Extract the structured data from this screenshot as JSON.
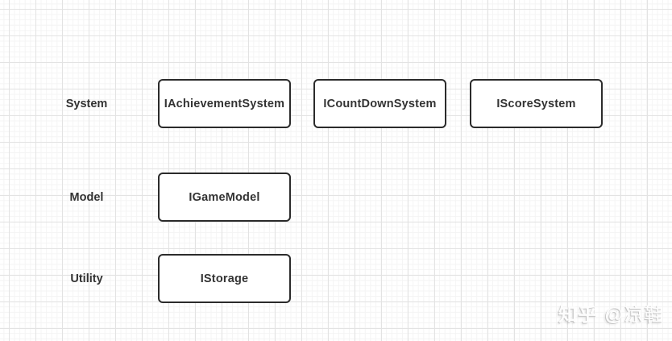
{
  "diagram": {
    "rows": [
      {
        "label": "System",
        "boxes": [
          "IAchievementSystem",
          "ICountDownSystem",
          "IScoreSystem"
        ]
      },
      {
        "label": "Model",
        "boxes": [
          "IGameModel"
        ]
      },
      {
        "label": "Utility",
        "boxes": [
          "IStorage"
        ]
      }
    ]
  },
  "watermark": {
    "brand": "知乎",
    "handle": "@凉鞋"
  },
  "colors": {
    "canvas_bg": "#ffffff",
    "grid_major": "#e3e3e3",
    "grid_minor": "#f4f4f4",
    "node_border": "#2b2b2b",
    "node_bg": "#ffffff",
    "node_text": "#333333"
  }
}
